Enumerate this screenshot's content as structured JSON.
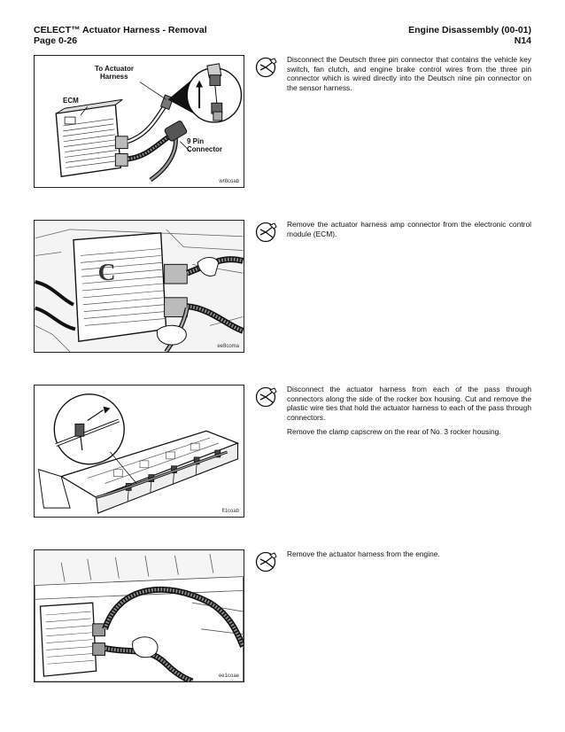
{
  "header": {
    "title": "CELECT™ Actuator Harness - Removal",
    "page": "Page 0-26",
    "section": "Engine Disassembly (00-01)",
    "model": "N14"
  },
  "steps": [
    {
      "figure_id": "wr8coab",
      "callouts": {
        "to_actuator": "To Actuator",
        "harness": "Harness",
        "ecm": "ECM",
        "pin9": "9 Pin",
        "connector": "Connector"
      },
      "text": "Disconnect the Deutsch three pin connector that contains the vehicle key switch, fan clutch, and engine brake control wires from the three pin connector which is wired directly into the Deutsch nine pin connector on the sensor harness."
    },
    {
      "figure_id": "ee8coma",
      "text": "Remove the actuator harness amp connector from the electronic control module (ECM)."
    },
    {
      "figure_id": "fl1coab",
      "text": "Disconnect the actuator harness from each of the pass through connectors along the side of the rocker box housing. Cut and remove the plastic wire ties that hold the actuator harness to each of the pass through connectors.",
      "text2": "Remove the clamp capscrew on the rear of No. 3 rocker housing."
    },
    {
      "figure_id": "ee1coae",
      "text": "Remove the actuator harness from the engine."
    }
  ]
}
